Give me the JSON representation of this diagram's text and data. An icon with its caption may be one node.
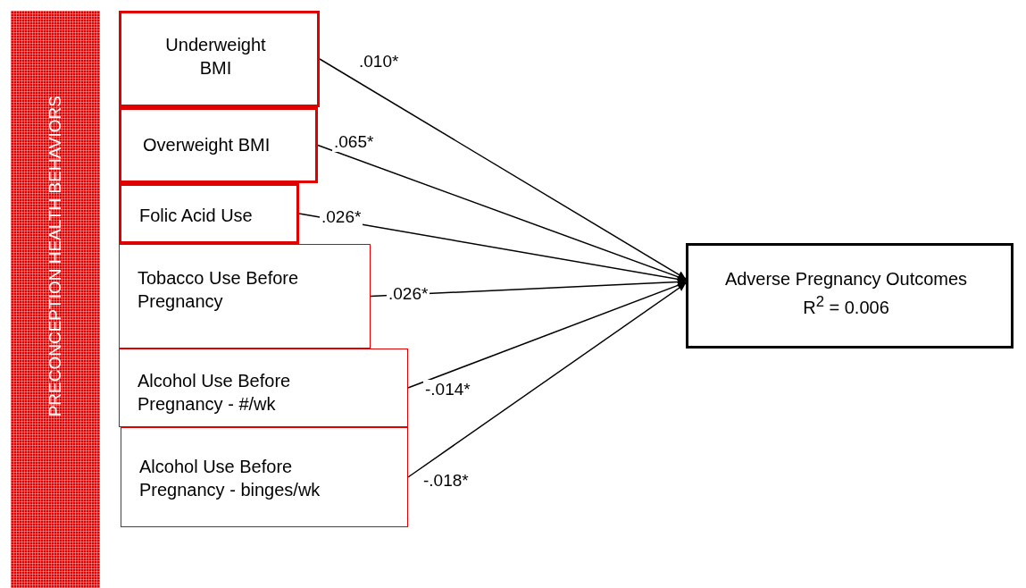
{
  "diagram": {
    "nodes": [
      {
        "text": [
          "PRECONCEPTION HEALTH BEHAVIORS"
        ]
      },
      {
        "text": [
          "Underweight BMI"
        ]
      },
      {
        "text": [
          "Overweight BMI"
        ]
      },
      {
        "text": [
          "Folic Acid Use"
        ]
      },
      {
        "text": [
          "Tobacco Use Before Pregnancy"
        ]
      },
      {
        "text": [
          "Alcohol Use Before Pregnancy - #/wk"
        ]
      },
      {
        "text": [
          "Alcohol Use Before Pregnancy - binges/wk"
        ]
      },
      {
        "text": [
          "Adverse Pregnancy Outcomes",
          "R$^{2}$ = 0.006"
        ]
      }
    ],
    "edges": [
      {
        "from": 1,
        "to": 7,
        "arrow": "to",
        "label": ".010*"
      },
      {
        "from": 2,
        "to": 7,
        "arrow": "to",
        "label": ".065*"
      },
      {
        "from": 3,
        "to": 7,
        "arrow": "to",
        "label": ".026*"
      },
      {
        "from": 4,
        "to": 7,
        "arrow": "to",
        "label": ".026*"
      },
      {
        "from": 5,
        "to": 7,
        "arrow": "to",
        "label": "-.014*"
      },
      {
        "from": 6,
        "to": 7,
        "arrow": "to",
        "label": "-.018*"
      }
    ]
  }
}
